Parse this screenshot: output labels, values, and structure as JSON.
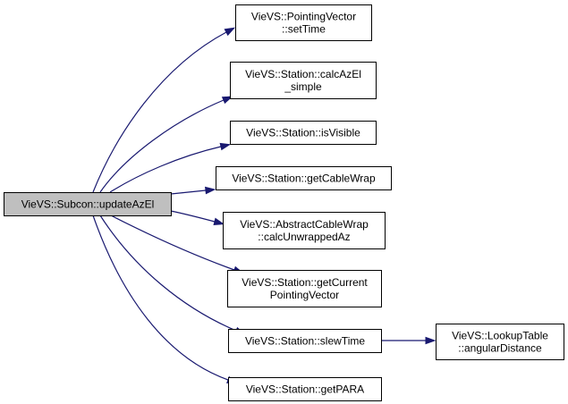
{
  "diagram": {
    "nodes": [
      {
        "id": "root",
        "lines": [
          "VieVS::Subcon::updateAzEl"
        ],
        "root": true
      },
      {
        "id": "n1",
        "lines": [
          "VieVS::PointingVector",
          "::setTime"
        ]
      },
      {
        "id": "n2",
        "lines": [
          "VieVS::Station::calcAzEl",
          "_simple"
        ]
      },
      {
        "id": "n3",
        "lines": [
          "VieVS::Station::isVisible"
        ]
      },
      {
        "id": "n4",
        "lines": [
          "VieVS::Station::getCableWrap"
        ]
      },
      {
        "id": "n5",
        "lines": [
          "VieVS::AbstractCableWrap",
          "::calcUnwrappedAz"
        ]
      },
      {
        "id": "n6",
        "lines": [
          "VieVS::Station::getCurrent",
          "PointingVector"
        ]
      },
      {
        "id": "n7",
        "lines": [
          "VieVS::Station::slewTime"
        ]
      },
      {
        "id": "n8",
        "lines": [
          "VieVS::LookupTable",
          "::angularDistance"
        ]
      },
      {
        "id": "n9",
        "lines": [
          "VieVS::Station::getPARA"
        ]
      }
    ],
    "edges": [
      {
        "from": "root",
        "to": "n1"
      },
      {
        "from": "root",
        "to": "n2"
      },
      {
        "from": "root",
        "to": "n3"
      },
      {
        "from": "root",
        "to": "n4"
      },
      {
        "from": "root",
        "to": "n5"
      },
      {
        "from": "root",
        "to": "n6"
      },
      {
        "from": "root",
        "to": "n7"
      },
      {
        "from": "root",
        "to": "n9"
      },
      {
        "from": "n7",
        "to": "n8"
      }
    ],
    "colors": {
      "edge": "#191970",
      "root_fill": "#bfbfbf",
      "node_fill": "#ffffff",
      "border": "#000000"
    }
  }
}
